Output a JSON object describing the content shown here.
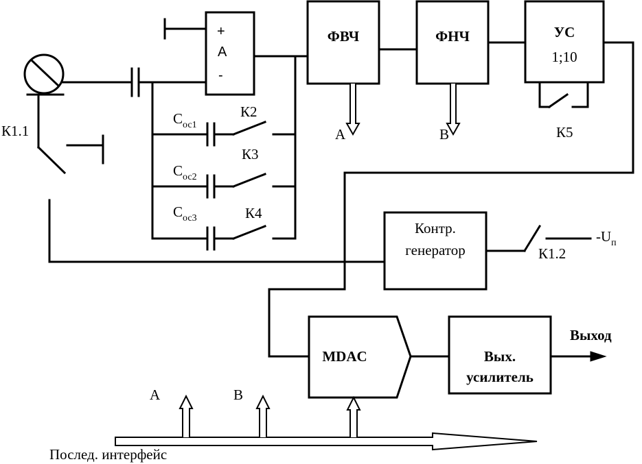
{
  "amplifier": {
    "plus": "+",
    "name": "A",
    "minus": "-"
  },
  "blocks": {
    "hpf": "ФВЧ",
    "lpf": "ФНЧ",
    "us_line1": "УС",
    "us_line2": "1;10",
    "gen_line1": "Контр.",
    "gen_line2": "генератор",
    "mdac": "MDAC",
    "outamp_line1": "Вых.",
    "outamp_line2": "усилитель"
  },
  "switches": {
    "k1_1": "К1.1",
    "k2": "К2",
    "k3": "К3",
    "k4": "К4",
    "k5": "К5",
    "k1_2": "К1.2"
  },
  "capacitors": {
    "c1_main": "C",
    "c1_sub": "ос1",
    "c2_main": "C",
    "c2_sub": "ос2",
    "c3_main": "C",
    "c3_sub": "ос3"
  },
  "outputs": {
    "a": "A",
    "b": "B"
  },
  "bus_inputs": {
    "a": "A",
    "b": "B"
  },
  "supply": {
    "main": "-U",
    "sub": "п"
  },
  "output_label": "Выход",
  "interface_label": "Послед. интерфейс"
}
